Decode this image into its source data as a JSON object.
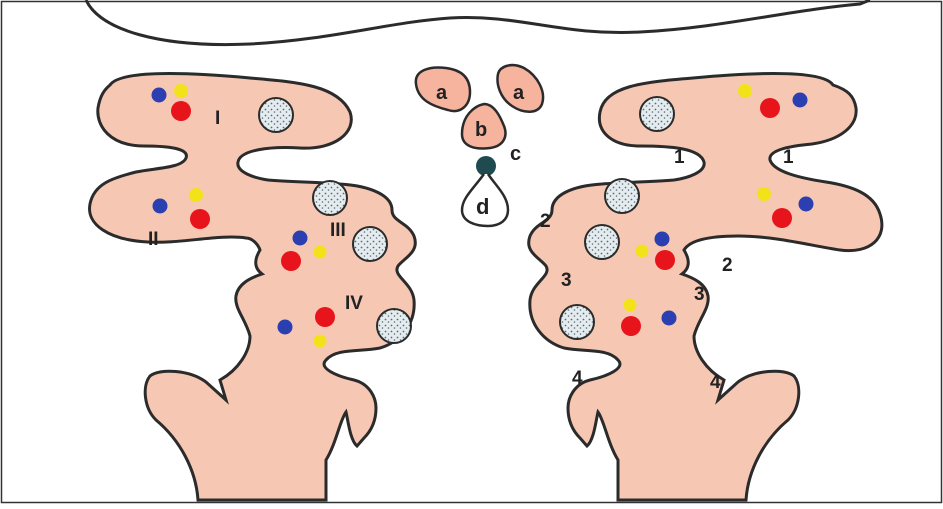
{
  "figure": {
    "colors": {
      "tissue_fill": "#f6c8b4",
      "outline": "#2b2b2b",
      "red_dot": "#e8141c",
      "blue_dot": "#2b3fb0",
      "yellow_dot": "#f2e21a",
      "cell_fill": "#e4ecef",
      "dark_node": "#1f4a50"
    },
    "labels": {
      "a_left": "a",
      "a_right": "a",
      "b": "b",
      "c": "c",
      "d": "d",
      "roman_1": "I",
      "roman_2": "II",
      "roman_3": "III",
      "roman_4": "IV",
      "n1_left": "1",
      "n1_right": "1",
      "n2_left": "2",
      "n2_right": "2",
      "n3_left": "3",
      "n3_right": "3",
      "n4_left": "4",
      "n4_right": "4"
    }
  }
}
